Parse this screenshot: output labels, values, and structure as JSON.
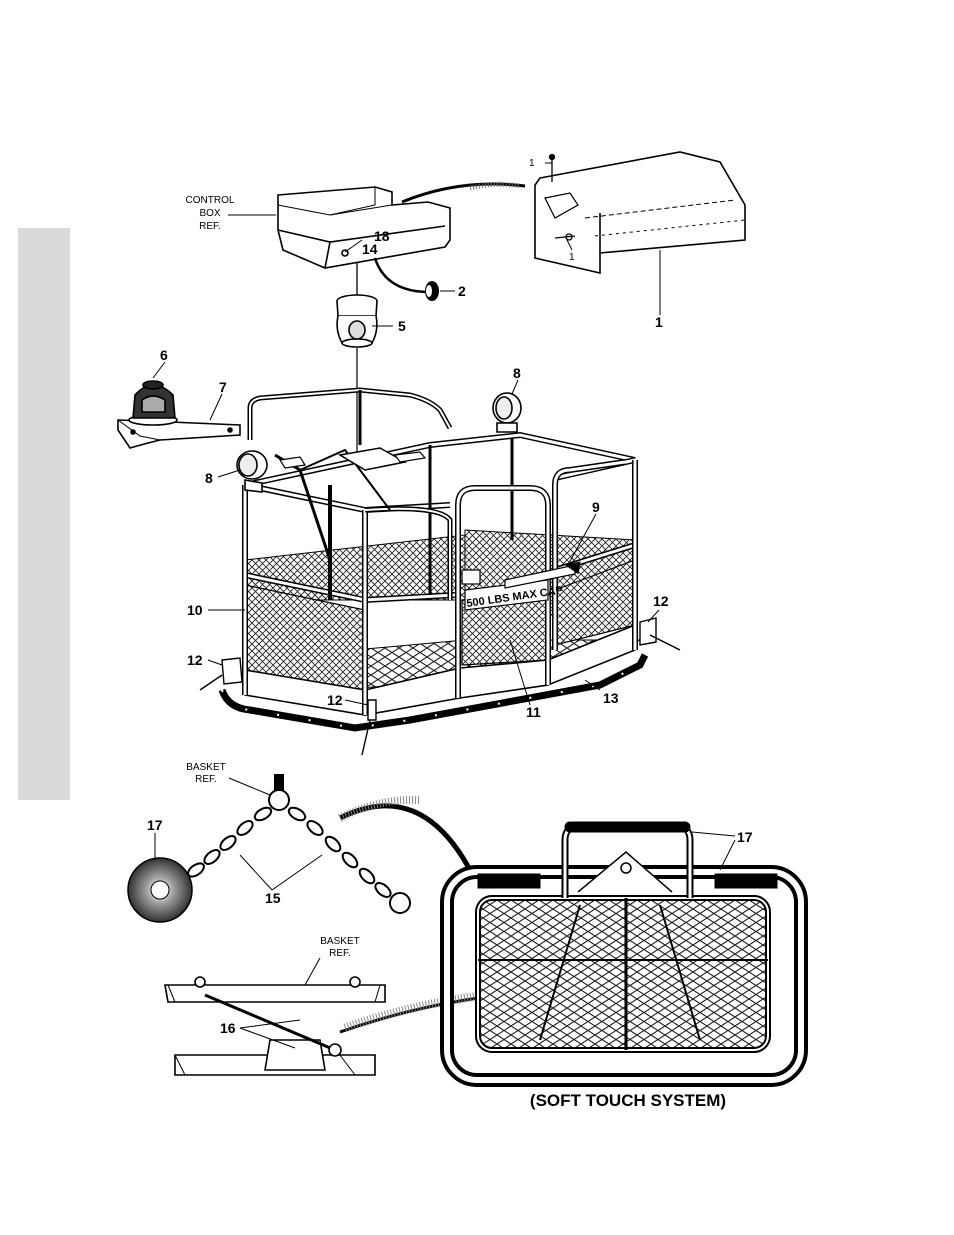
{
  "callouts": {
    "c1_screw_top": "1",
    "c1_screw_side": "1",
    "c1_cover": "1",
    "c2": "2",
    "c5": "5",
    "c6": "6",
    "c7": "7",
    "c8_left": "8",
    "c8_right": "8",
    "c9": "9",
    "c10": "10",
    "c11": "11",
    "c12_left": "12",
    "c12_front": "12",
    "c12_right": "12",
    "c13": "13",
    "c14": "14",
    "c15": "15",
    "c16": "16",
    "c17_left": "17",
    "c17_right": "17",
    "c18": "18"
  },
  "references": {
    "control_box": [
      "CONTROL",
      "BOX",
      "REF."
    ],
    "basket_chain": [
      "BASKET",
      "REF."
    ],
    "basket_bracket": [
      "BASKET",
      "REF."
    ]
  },
  "decal_text": "500 LBS MAX CAP",
  "caption": "(SOFT TOUCH SYSTEM)"
}
